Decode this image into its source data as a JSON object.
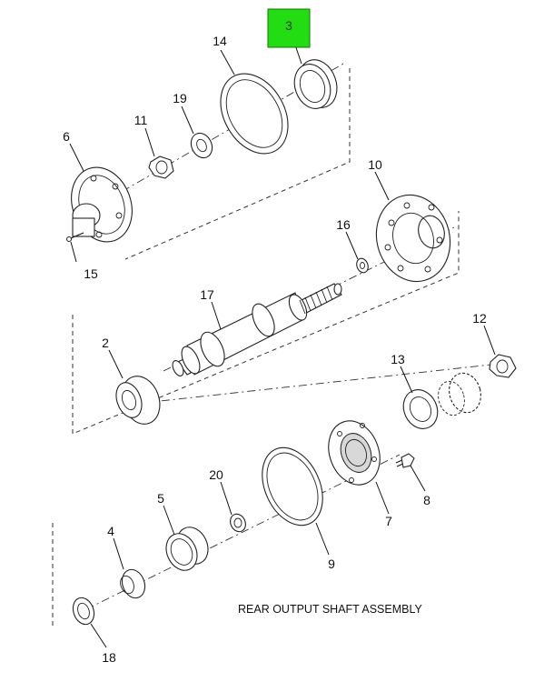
{
  "diagram": {
    "caption": "REAR OUTPUT SHAFT ASSEMBLY",
    "highlight_color": "#22dd11",
    "callouts": {
      "p3": "3",
      "p14": "14",
      "p19": "19",
      "p11": "11",
      "p6": "6",
      "p15": "15",
      "p10": "10",
      "p16": "16",
      "p17": "17",
      "p2": "2",
      "p12": "12",
      "p13": "13",
      "p8": "8",
      "p7": "7",
      "p20": "20",
      "p5": "5",
      "p9": "9",
      "p4": "4",
      "p18": "18"
    }
  }
}
